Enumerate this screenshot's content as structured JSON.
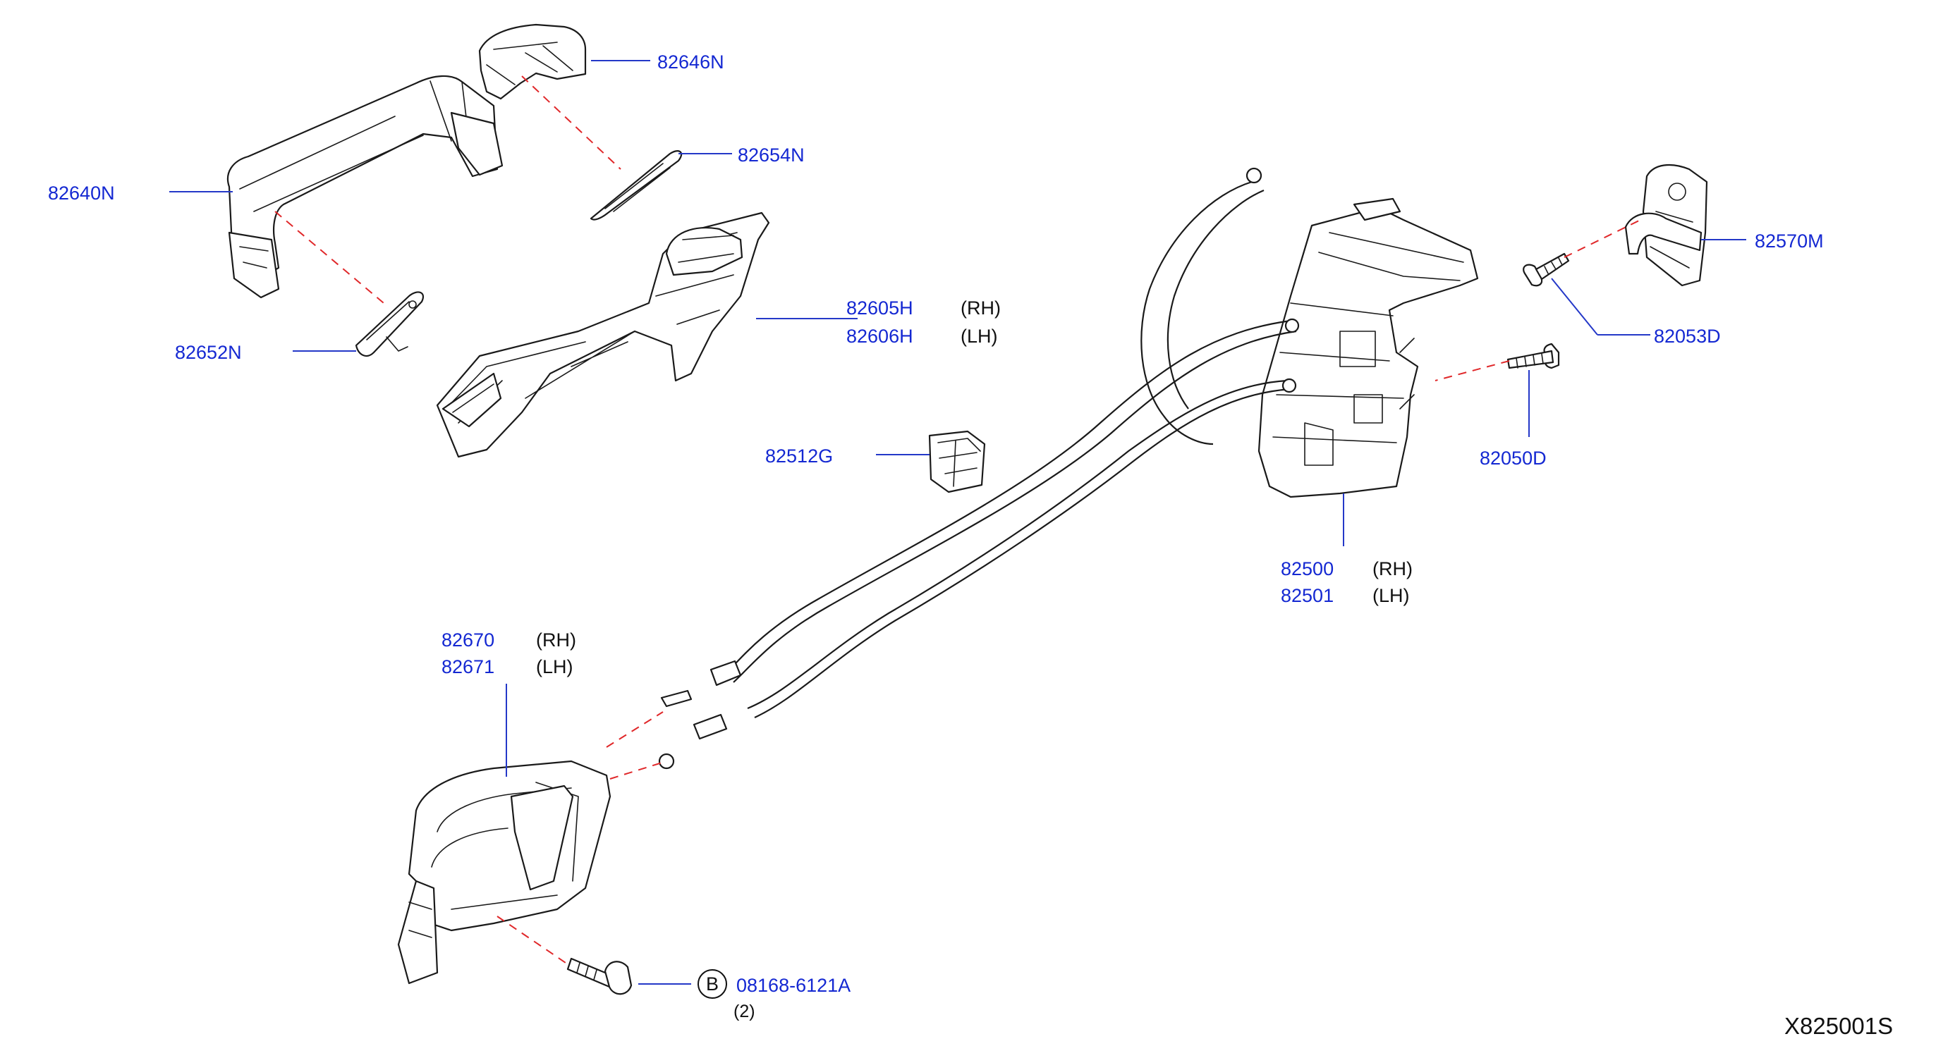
{
  "diagram_code": "X825001S",
  "callouts": {
    "c82646N": "82646N",
    "c82654N": "82654N",
    "c82640N": "82640N",
    "c82652N": "82652N",
    "c82605H": "82605H",
    "c82605H_side": "(RH)",
    "c82606H": "82606H",
    "c82606H_side": "(LH)",
    "c82512G": "82512G",
    "c82570M": "82570M",
    "c82053D": "82053D",
    "c82050D": "82050D",
    "c82500": "82500",
    "c82500_side": "(RH)",
    "c82501": "82501",
    "c82501_side": "(LH)",
    "c82670": "82670",
    "c82670_side": "(RH)",
    "c82671": "82671",
    "c82671_side": "(LH)",
    "bolt_marker": "B",
    "bolt_part": "08168-6121A",
    "bolt_qty": "(2)"
  },
  "colors": {
    "part_number": "#1428d2",
    "leader_line": "#2438c8",
    "assembly_dash": "#e0282a",
    "outline": "#1a1a1a"
  }
}
